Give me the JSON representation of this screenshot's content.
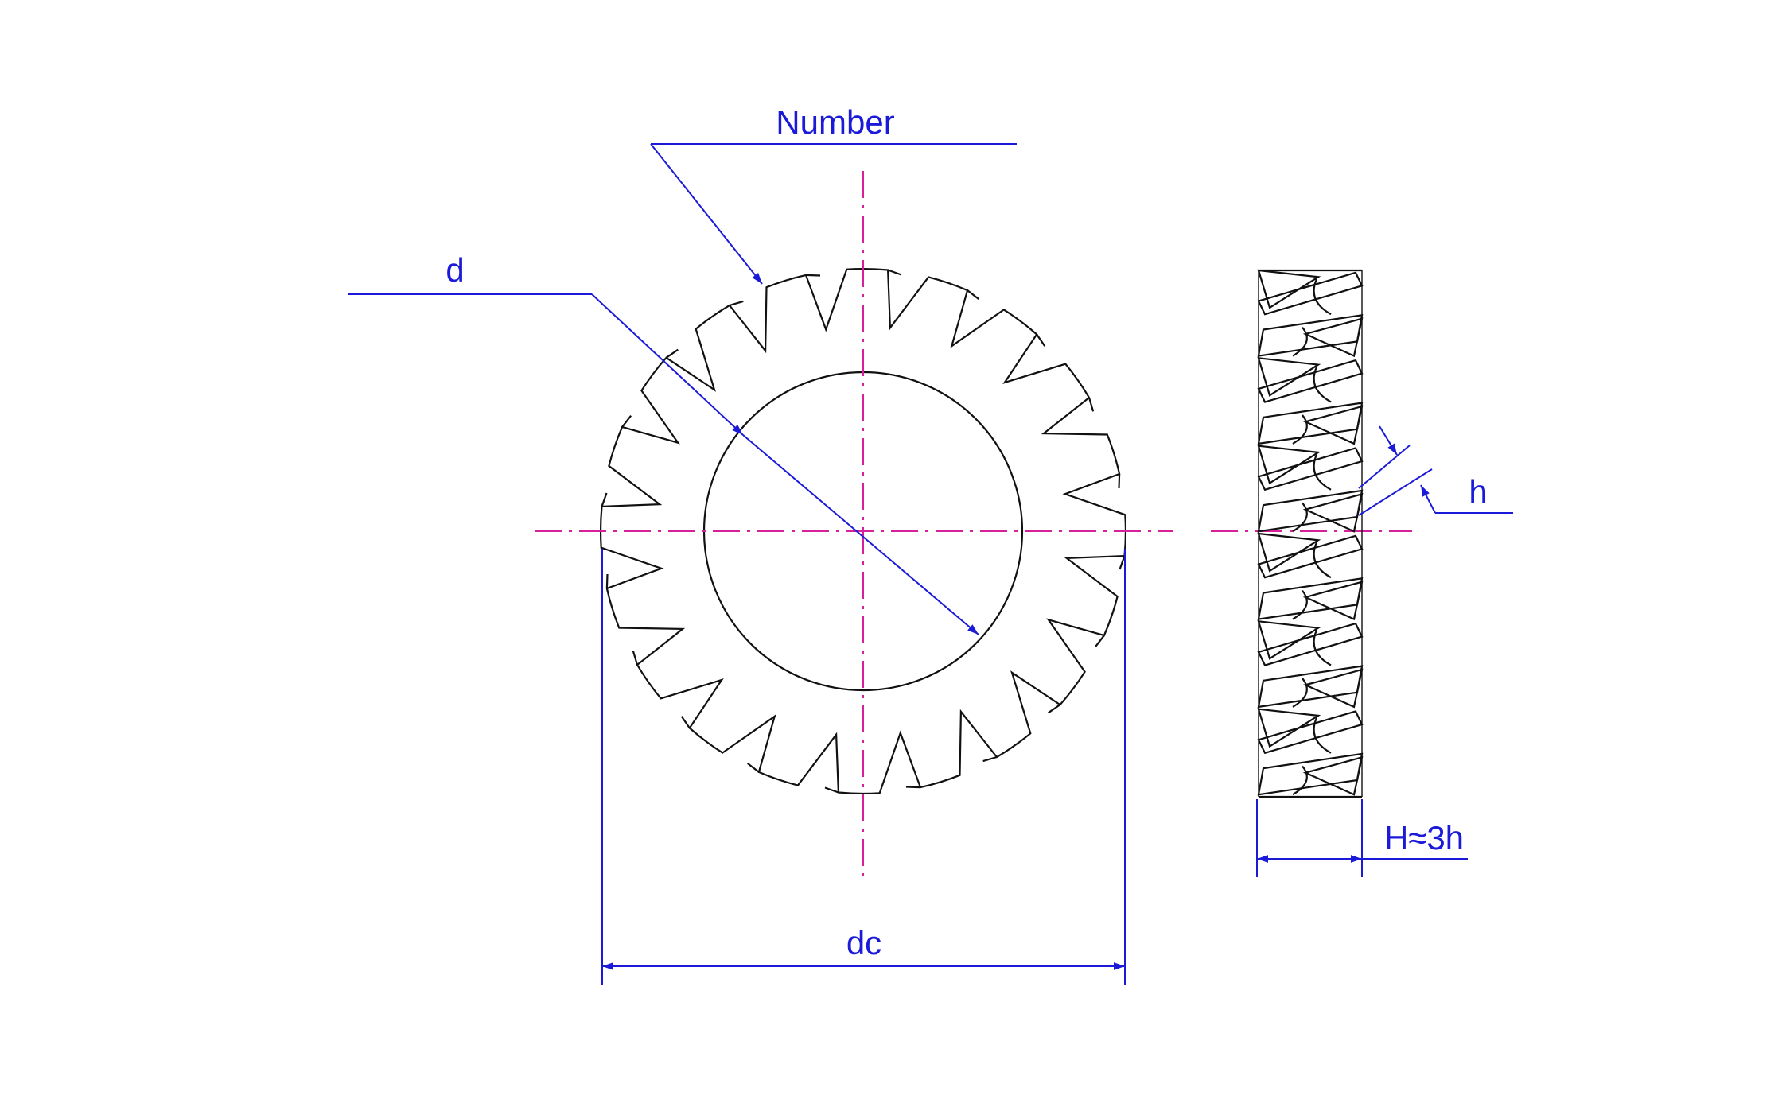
{
  "diagram": {
    "labels": {
      "number": "Number",
      "d": "d",
      "dc": "dc",
      "h": "h",
      "H": "H≈3h"
    },
    "tooth_count": 20,
    "colors": {
      "outline": "#111111",
      "dimension": "#1a1ad8",
      "centerline": "#d6219a",
      "background": "#ffffff"
    }
  }
}
